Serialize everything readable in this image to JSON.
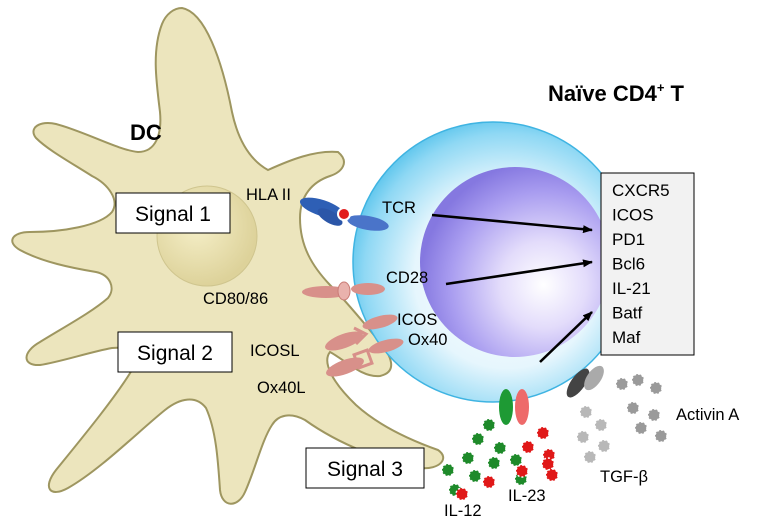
{
  "labels": {
    "dc": "DC",
    "naive_prefix": "Naïve CD4",
    "naive_sup": "+",
    "naive_suffix": " T",
    "hla": "HLA II",
    "tcr": "TCR",
    "cd80": "CD80/86",
    "cd28": "CD28",
    "icosl": "ICOSL",
    "icos": "ICOS",
    "ox40": "Ox40",
    "ox40l": "Ox40L",
    "il12": "IL-12",
    "il23": "IL-23",
    "tgfb": "TGF-β",
    "activin": "Activin A"
  },
  "signals": [
    "Signal 1",
    "Signal 2",
    "Signal 3"
  ],
  "gene_list": [
    "CXCR5",
    "ICOS",
    "PD1",
    "Bcl6",
    "IL-21",
    "Batf",
    "Maf"
  ],
  "colors": {
    "dc_fill": "#ece5bd",
    "dc_stroke": "#9e9660",
    "tcell_outer": "#63c8ee",
    "tcell_nucleus": "#9b8fe8",
    "hla": "#2e5fb5",
    "costim": "#d8908a",
    "il12": "#1e8a2a",
    "il23": "#e01818",
    "tgfb": "#b8b8b8",
    "activin": "#9a9a9a"
  }
}
